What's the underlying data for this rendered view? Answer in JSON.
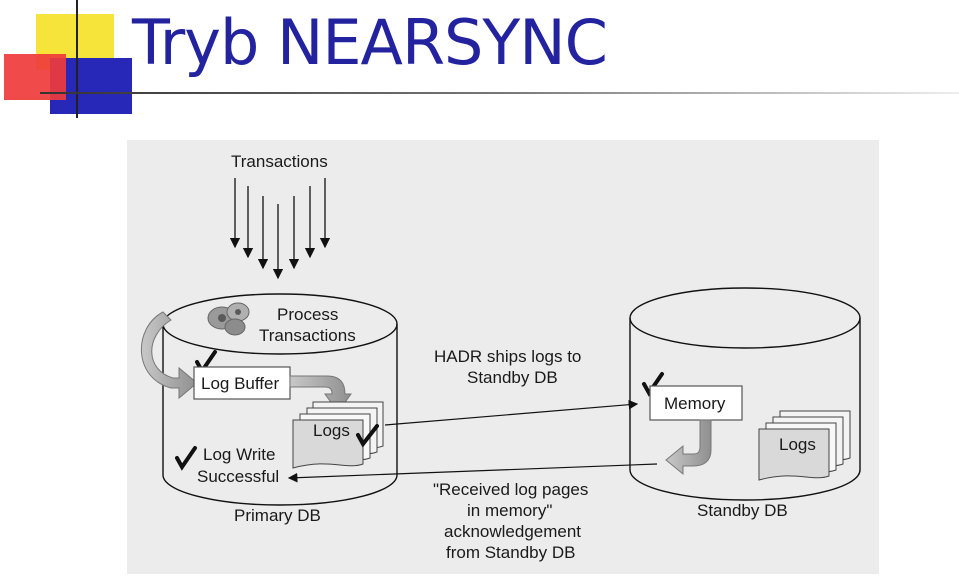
{
  "slide": {
    "title": "Tryb NEARSYNC"
  },
  "diagram": {
    "transactions_label": "Transactions",
    "primary": {
      "process_label_line1": "Process",
      "process_label_line2": "Transactions",
      "log_buffer_label": "Log Buffer",
      "logs_label": "Logs",
      "log_write_line1": "Log Write",
      "log_write_line2": "Successful",
      "db_label": "Primary DB"
    },
    "ship_label_line1": "HADR ships logs to",
    "ship_label_line2": "Standby DB",
    "standby": {
      "memory_label": "Memory",
      "logs_label": "Logs",
      "db_label": "Standby DB"
    },
    "ack_label_line1": "\"Received log pages",
    "ack_label_line2": "in memory\"",
    "ack_label_line3": "acknowledgement",
    "ack_label_line4": "from Standby DB"
  },
  "colors": {
    "title": "#2323a0",
    "deco_yellow": "#f7e43a",
    "deco_red": "#ef3b3b",
    "deco_blue": "#2828b8",
    "panel": "#ececec"
  }
}
